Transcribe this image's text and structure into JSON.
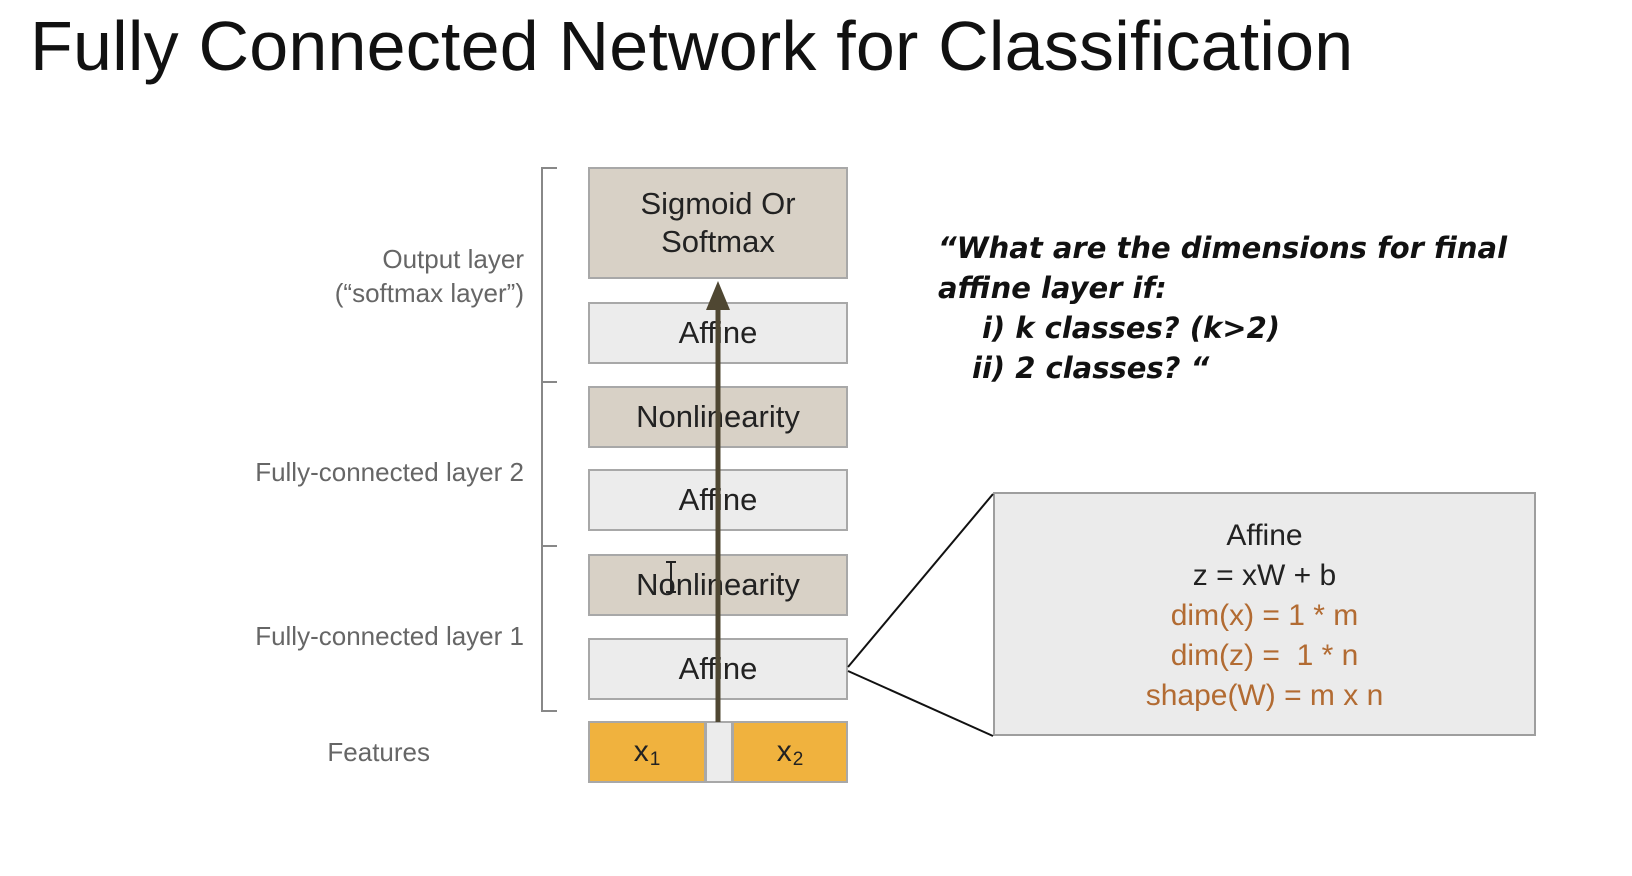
{
  "title": "Fully Connected Network for Classification",
  "side_labels": {
    "output_line1": "Output layer",
    "output_line2": "(“softmax layer”)",
    "fc2": "Fully-connected layer 2",
    "fc1": "Fully-connected layer 1",
    "features": "Features"
  },
  "layers": {
    "sigmoid": "Sigmoid Or\nSoftmax",
    "affine3": "Affine",
    "nonlin2": "Nonlinearity",
    "affine2": "Affine",
    "nonlin1": "Nonlinearity",
    "affine1": "Affine"
  },
  "features": {
    "x1_base": "x",
    "x1_sub": "1",
    "x2_base": "x",
    "x2_sub": "2"
  },
  "question": {
    "line1": "“What are the dimensions for final",
    "line2": "affine layer if:",
    "line3": "i) k classes? (k>2)",
    "line4": "ii) 2 classes? “"
  },
  "affine_detail": {
    "title": "Affine",
    "formula": "z = xW + b",
    "dim_x": "dim(x) = 1 * m",
    "dim_z": "dim(z) =  1 * n",
    "shape_w": "shape(W) = m x n"
  },
  "colors": {
    "tan_box": "#d8d1c6",
    "light_box": "#ececec",
    "feature_orange": "#f0b23e",
    "arrow": "#4f4732",
    "formula_orange": "#b26b32"
  }
}
